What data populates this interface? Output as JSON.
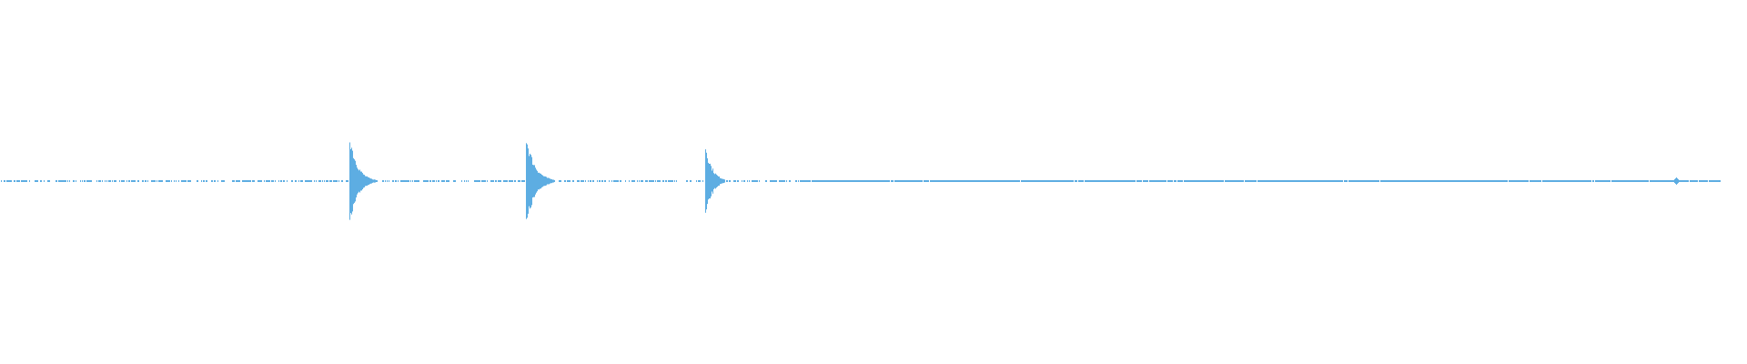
{
  "waveform": {
    "color": "#5DADE2",
    "background": "#FFFFFF",
    "transients": [
      {
        "peak_amplitude": 0.28
      },
      {
        "peak_amplitude": 0.27
      },
      {
        "peak_amplitude": 0.22
      }
    ]
  }
}
